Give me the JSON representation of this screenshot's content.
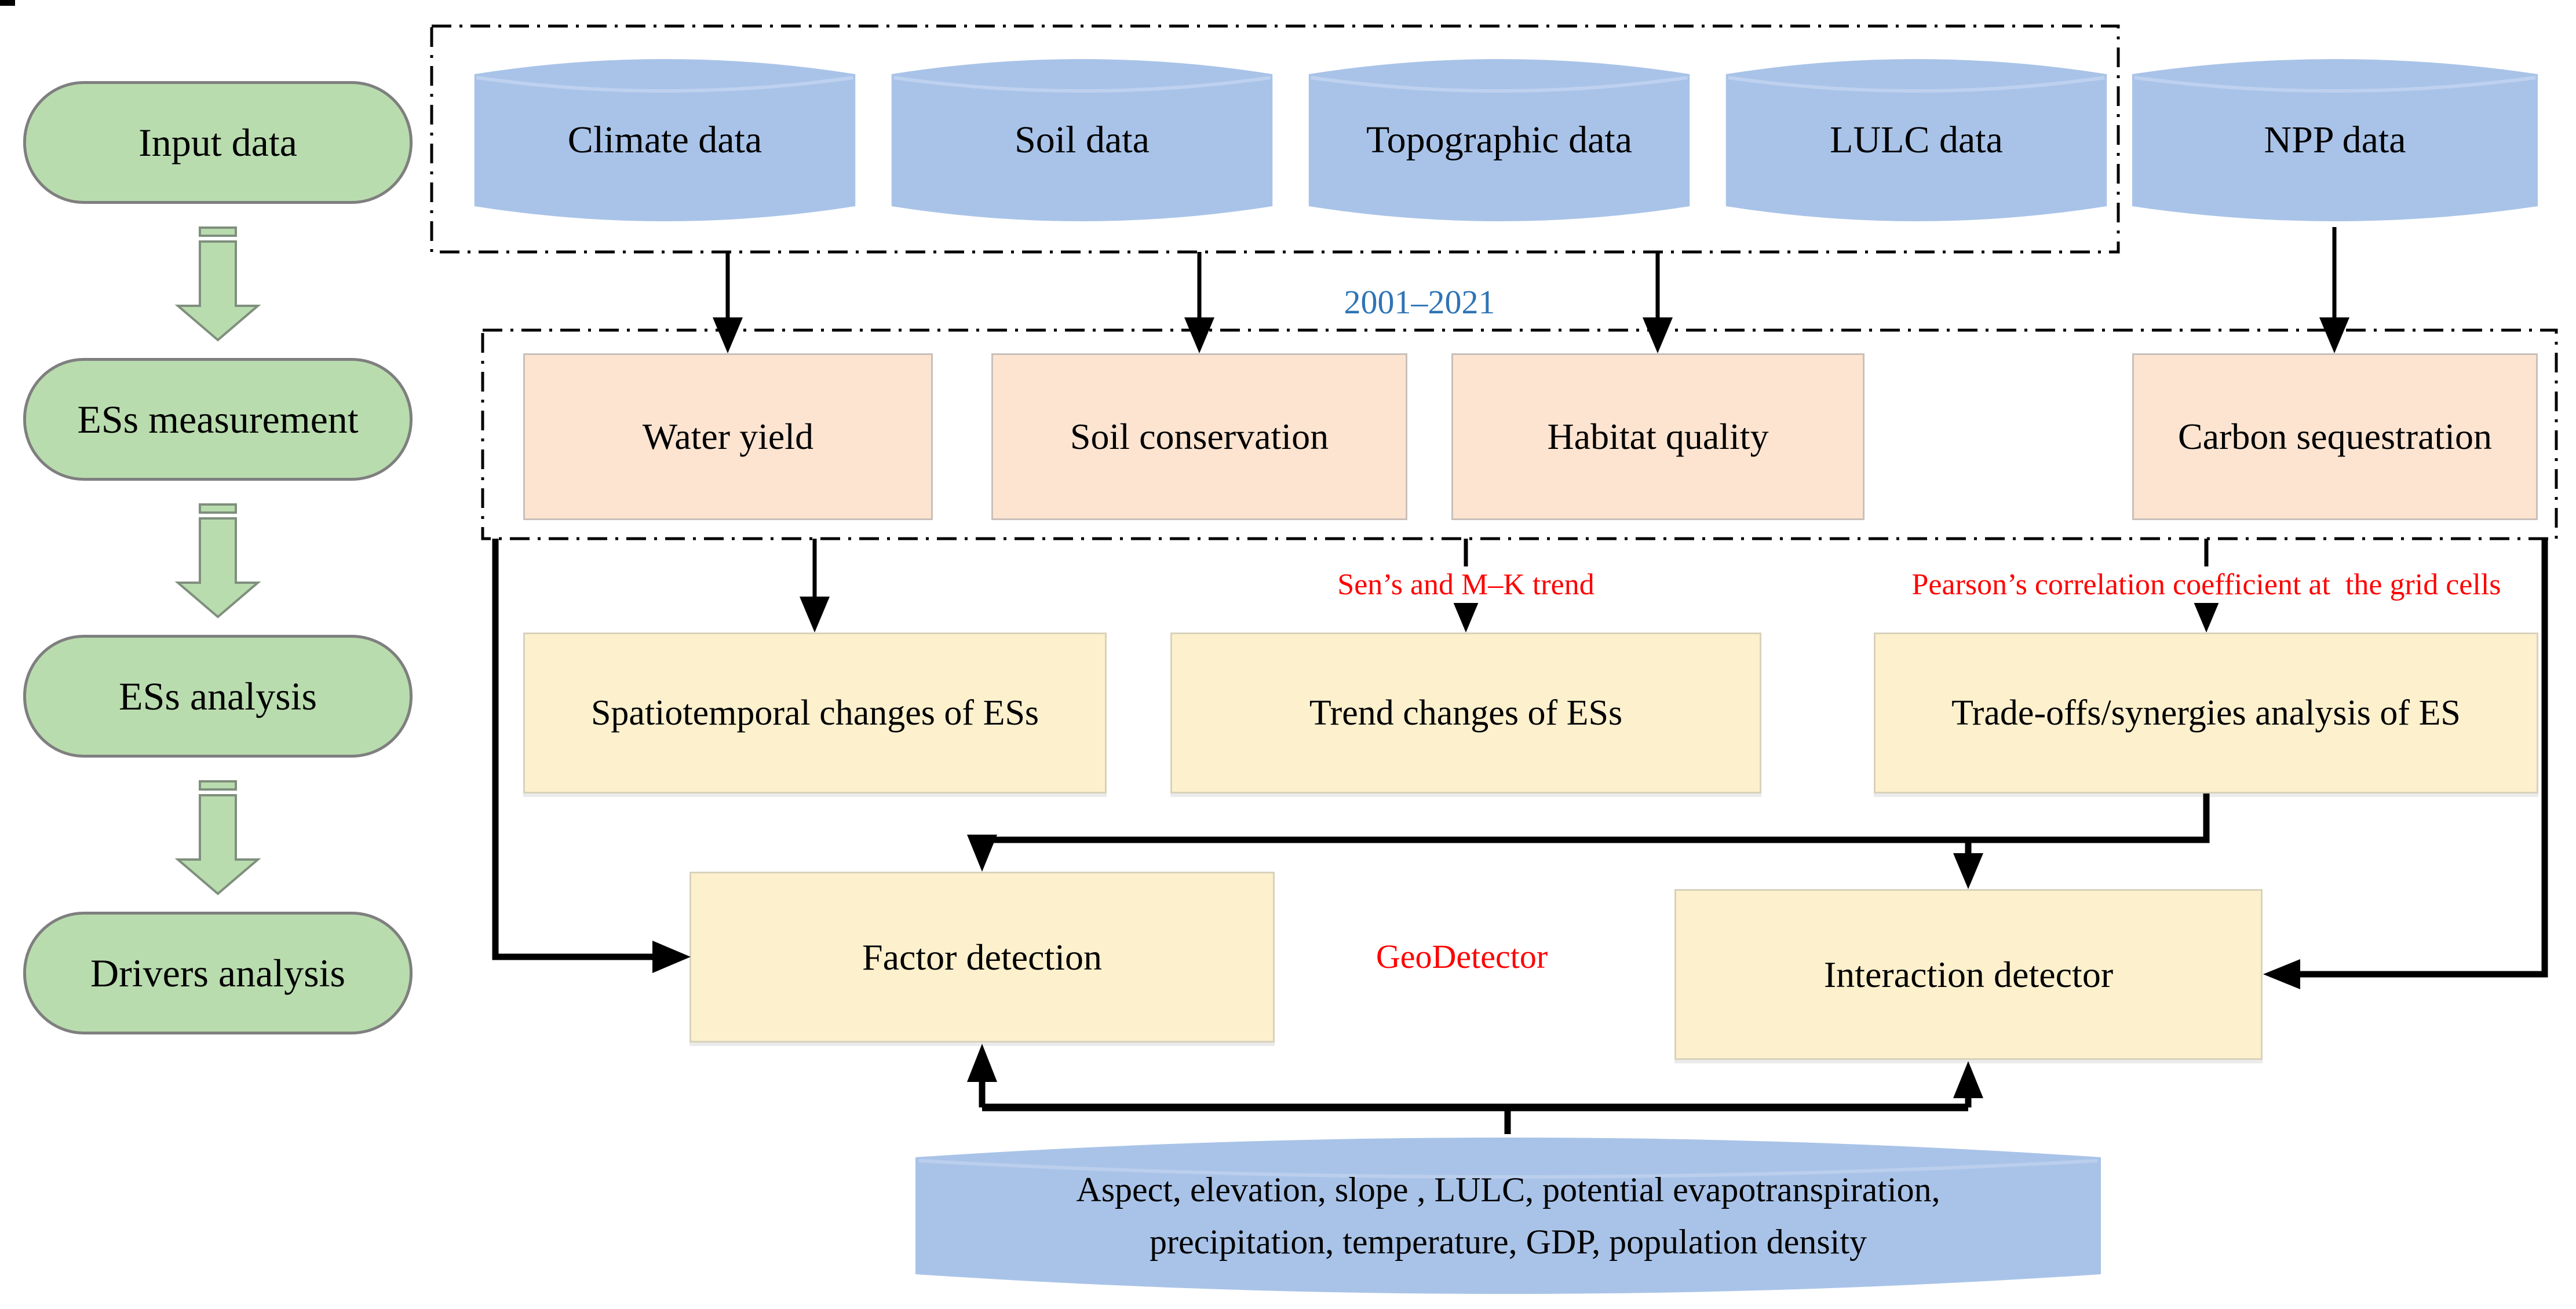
{
  "title": "Ecosystem services research framework flowchart",
  "left_column": {
    "steps": [
      {
        "label": "Input data"
      },
      {
        "label": "ESs measurement"
      },
      {
        "label": "ESs analysis"
      },
      {
        "label": "Drivers analysis"
      }
    ]
  },
  "input_data_group": {
    "items": [
      {
        "label": "Climate data"
      },
      {
        "label": "Soil data"
      },
      {
        "label": "Topographic data"
      },
      {
        "label": "LULC data"
      },
      {
        "label": "NPP data"
      }
    ]
  },
  "period_label": "2001–2021",
  "es_measurement_group": {
    "items": [
      {
        "label": "Water yield"
      },
      {
        "label": "Soil conservation"
      },
      {
        "label": "Habitat quality"
      },
      {
        "label": "Carbon sequestration"
      }
    ]
  },
  "es_analysis_row": {
    "items": [
      {
        "label": "Spatiotemporal changes of ESs"
      },
      {
        "label": "Trend changes of ESs"
      },
      {
        "label": "Trade-offs/synergies analysis of ES"
      }
    ]
  },
  "method_labels": {
    "trend": "Sen’s and M–K trend",
    "correlation": "Pearson’s correlation coefficient at  the grid cells",
    "geodetector": "GeoDetector"
  },
  "drivers_row": {
    "factor": "Factor detection",
    "interaction": "Interaction detector"
  },
  "drivers_input": {
    "line1": "Aspect, elevation, slope , LULC, potential evapotranspiration,",
    "line2": "precipitation, temperature, GDP, population density"
  },
  "colors": {
    "green_fill": "#b9dcae",
    "green_border": "#7f7f7f",
    "blue_fill": "#a9c3e8",
    "peach_fill": "#fce4d1",
    "yellow_fill": "#fdf0cd",
    "annotation_red": "#ff0000",
    "annotation_blue": "#2e74b5",
    "line_black": "#000000"
  }
}
